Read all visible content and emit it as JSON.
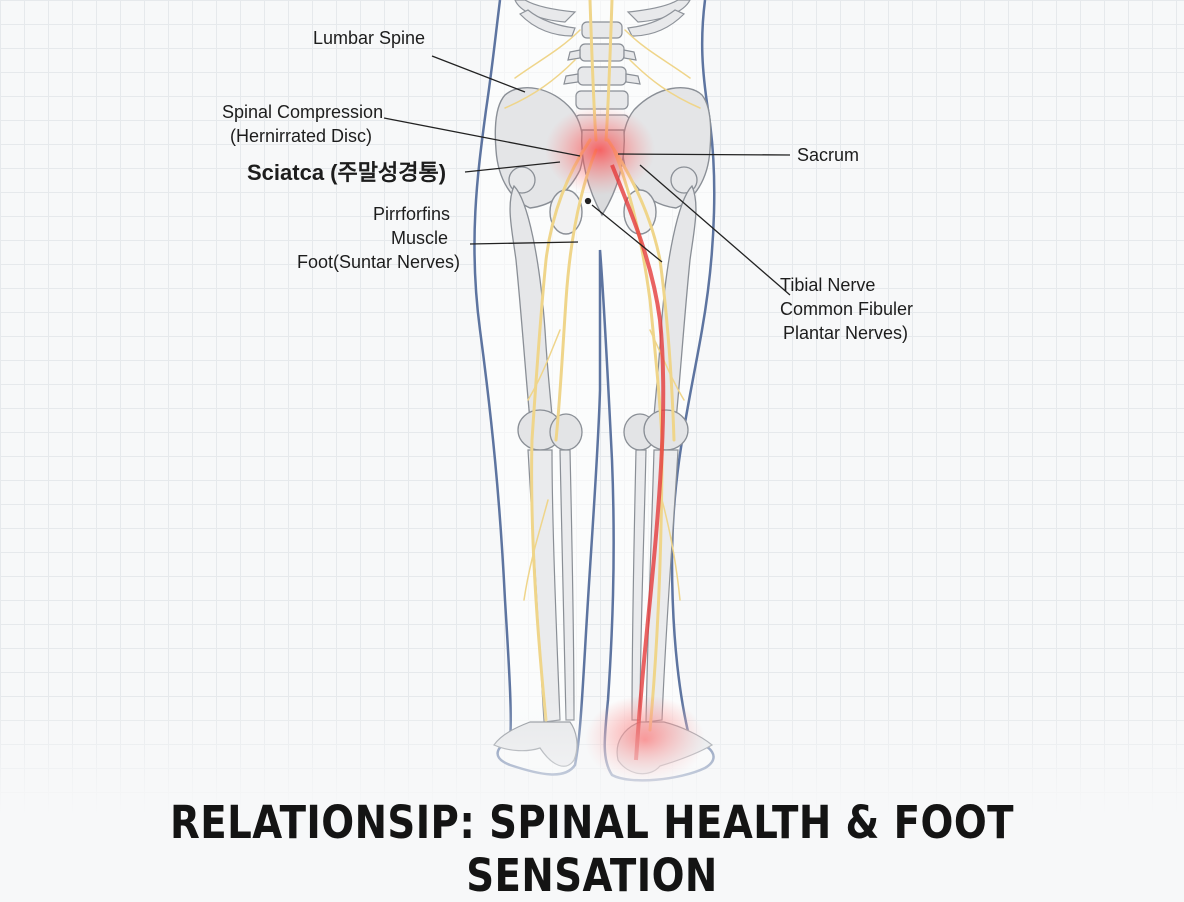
{
  "labels": {
    "lumbar_spine": "Lumbar Spine",
    "spinal_compression": "Spinal Compression",
    "herniated_disc": "(Hernirrated Disc)",
    "sciatica": "Sciatca (주말성경통)",
    "piriformis_line1": "Pirrforfins",
    "piriformis_line2": "Muscle",
    "piriformis_line3": "Foot(Suntar Nerves)",
    "sacrum": "Sacrum",
    "tibial_nerve": "Tibial Nerve",
    "common_fibular": "Common Fibuler",
    "plantar_nerves": "Plantar Nerves)"
  },
  "title": "RELATIONSIP: SPINAL HEALTH & FOOT SENSATION",
  "colors": {
    "outline": "#5d74a0",
    "bone": "#e4e5e7",
    "nerve": "#efd58a",
    "pain": "#e53b3b",
    "text": "#1d1d1d"
  }
}
